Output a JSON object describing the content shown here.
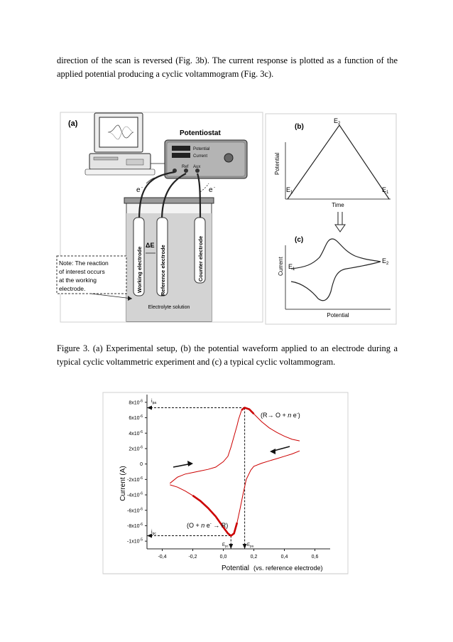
{
  "text": {
    "paragraph": "direction of the scan is reversed (Fig. 3b). The current response is plotted as a function of the applied potential producing a cyclic voltammogram (Fig. 3c).",
    "caption": "Figure 3. (a) Experimental setup, (b) the potential waveform applied to an electrode during a typical cyclic voltammetric experiment and (c) a typical cyclic voltammogram."
  },
  "figure3": {
    "panel_a": {
      "tag": "(a)",
      "title": "Potentiostat",
      "device_labels": [
        "Potential",
        "Current"
      ],
      "terminals": [
        "Ref",
        "Aux"
      ],
      "electron": "e",
      "electron_sup": "-",
      "electrodes": [
        "Working electrode",
        "Reference electrode",
        "Counter electrode"
      ],
      "delta": "ΔE",
      "solution": "Electrolyte solution",
      "note": [
        "Note: The reaction",
        "of interest occurs",
        "at the working",
        "electrode."
      ]
    },
    "panel_b": {
      "tag": "(b)",
      "ylabel": "Potential",
      "xlabel": "Time",
      "e1": "E",
      "e1_sub": "1",
      "e2": "E",
      "e2_sub": "2"
    },
    "panel_c": {
      "tag": "(c)",
      "ylabel": "Current",
      "xlabel": "Potential",
      "e1": "E",
      "e1_sub": "1",
      "e2": "E",
      "e2_sub": "2"
    }
  },
  "chart_data": {
    "type": "line",
    "ylabel": "Current (A)",
    "xlabel": "Potential",
    "xlabel_note": "(vs. reference electrode)",
    "xlim": [
      -0.5,
      0.7
    ],
    "ylim": [
      -1.1e-05,
      9e-06
    ],
    "xticks": [
      -0.4,
      -0.2,
      0.0,
      0.2,
      0.4,
      0.6
    ],
    "xtick_labels": [
      "-0,4",
      "-0,2",
      "0,0",
      "0,2",
      "0,4",
      "0,6"
    ],
    "ytick_labels": [
      {
        "v": 8e-06,
        "m": "8x10",
        "e": "-6"
      },
      {
        "v": 6e-06,
        "m": "6x10",
        "e": "-6"
      },
      {
        "v": 4e-06,
        "m": "4x10",
        "e": "-6"
      },
      {
        "v": 2e-06,
        "m": "2x10",
        "e": "-6"
      },
      {
        "v": 0,
        "m": "0",
        "e": ""
      },
      {
        "v": -2e-06,
        "m": "-2x10",
        "e": "-6"
      },
      {
        "v": -4e-06,
        "m": "-4x10",
        "e": "-6"
      },
      {
        "v": -6e-06,
        "m": "-6x10",
        "e": "-6"
      },
      {
        "v": -8e-06,
        "m": "-8x10",
        "e": "-6"
      },
      {
        "v": -1e-05,
        "m": "-1x10",
        "e": "-5"
      }
    ],
    "forward_scan": {
      "x": [
        -0.35,
        -0.3,
        -0.25,
        -0.2,
        -0.15,
        -0.1,
        -0.05,
        0.0,
        0.03,
        0.05,
        0.07,
        0.09,
        0.1,
        0.12,
        0.14,
        0.17,
        0.2,
        0.25,
        0.3,
        0.35,
        0.4,
        0.45,
        0.5
      ],
      "y": [
        -2.5e-06,
        -1.7e-06,
        -1.3e-06,
        -1.1e-06,
        -9e-07,
        -7e-07,
        -4e-07,
        3e-07,
        1e-06,
        2.2e-06,
        3.6e-06,
        5e-06,
        5.8e-06,
        7e-06,
        7.3e-06,
        7.1e-06,
        6.5e-06,
        5.5e-06,
        4.7e-06,
        4.1e-06,
        3.6e-06,
        3.2e-06,
        3e-06
      ]
    },
    "reverse_scan": {
      "x": [
        0.5,
        0.45,
        0.4,
        0.35,
        0.3,
        0.25,
        0.2,
        0.18,
        0.15,
        0.13,
        0.11,
        0.09,
        0.07,
        0.05,
        0.03,
        0.0,
        -0.05,
        -0.1,
        -0.15,
        -0.2,
        -0.25,
        -0.3,
        -0.35
      ],
      "y": [
        1.7e-06,
        1.3e-06,
        1e-06,
        7e-07,
        4e-07,
        1e-07,
        -3e-07,
        -8e-07,
        -2e-06,
        -3.8e-06,
        -5.8e-06,
        -7.6e-06,
        -9e-06,
        -9.3e-06,
        -9e-06,
        -8.2e-06,
        -6.8e-06,
        -5.7e-06,
        -4.8e-06,
        -4.1e-06,
        -3.5e-06,
        -3e-06,
        -2.7e-06
      ]
    },
    "peaks": {
      "ipa": {
        "label": "i",
        "sub": "pa",
        "x": 0.14,
        "y": 7.3e-06
      },
      "ipc": {
        "label": "i",
        "sub": "pc",
        "x": 0.05,
        "y": -9.3e-06
      },
      "epa": {
        "label": "E",
        "sub": "pa"
      },
      "epc": {
        "label": "E",
        "sub": "pc"
      }
    },
    "annotations": {
      "oxidation": {
        "a": "(R→ O + ",
        "n": "n",
        "b": " e",
        "sup": "-",
        "c": ")"
      },
      "reduction": {
        "a": "(O + ",
        "n": "n",
        "b": " e",
        "sup": "-",
        "c": " → R)"
      }
    },
    "colors": {
      "curve": "#cc0000"
    }
  }
}
